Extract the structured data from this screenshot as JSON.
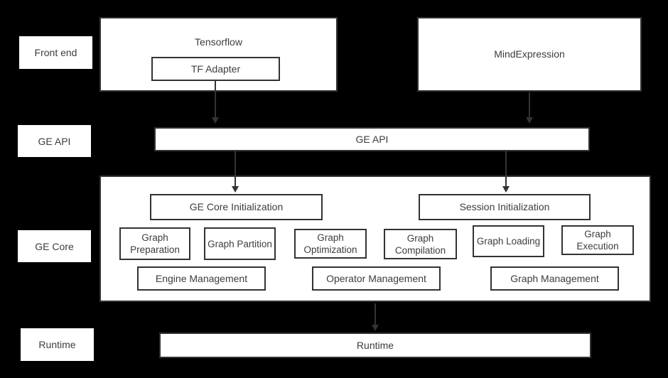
{
  "colors": {
    "background": "#000000",
    "box_fill": "#ffffff",
    "box_border": "#333333",
    "text": "#3d3d3d",
    "arrow": "#333333"
  },
  "side_labels": [
    {
      "label": "Front end"
    },
    {
      "label": "GE API"
    },
    {
      "label": "GE Core"
    },
    {
      "label": "Runtime"
    }
  ],
  "front_end": {
    "tensorflow": {
      "title": "Tensorflow",
      "inner": "TF Adapter"
    },
    "mind_expression": {
      "title": "MindExpression"
    }
  },
  "ge_api_bar": {
    "label": "GE API"
  },
  "ge_core": {
    "init_boxes": [
      "GE Core Initialization",
      "Session Initialization"
    ],
    "stage_boxes": [
      "Graph Preparation",
      "Graph Partition",
      "Graph Optimization",
      "Graph Compilation",
      "Graph Loading",
      "Graph Execution"
    ],
    "management_boxes": [
      "Engine Management",
      "Operator Management",
      "Graph Management"
    ]
  },
  "runtime_bar": {
    "label": "Runtime"
  }
}
